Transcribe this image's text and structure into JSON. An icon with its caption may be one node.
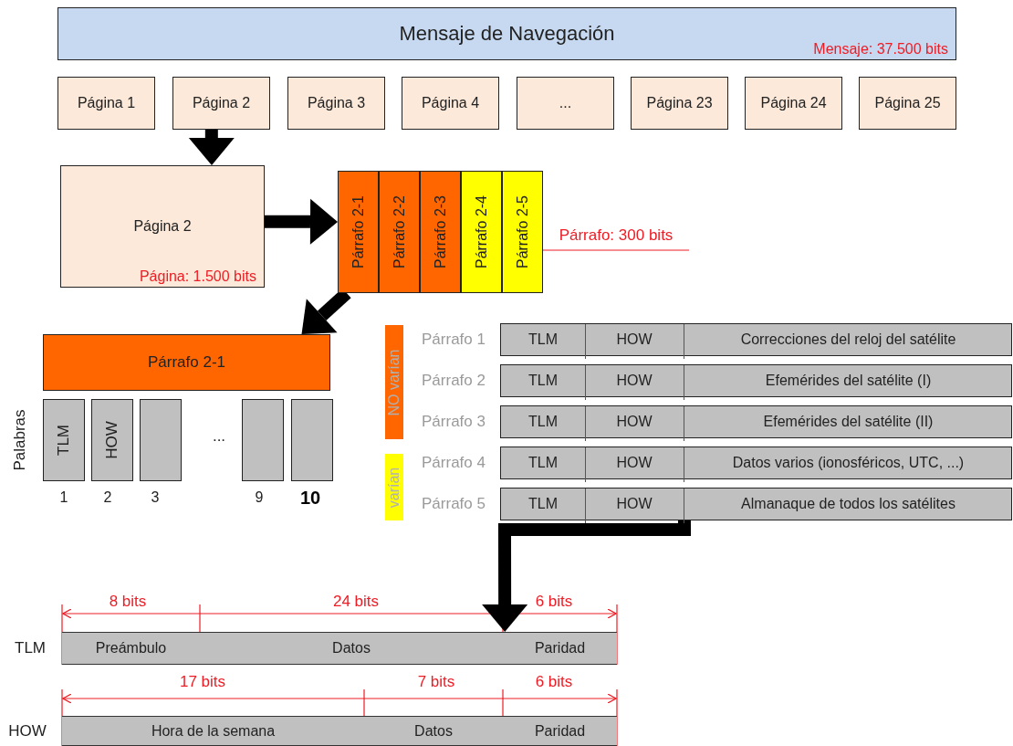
{
  "diagram": {
    "nodes": [
      {
        "text": [
          "Mensaje de Navegación",
          "Mensaje: 37.500 bits"
        ]
      },
      {
        "text": [
          "Página 1"
        ]
      },
      {
        "text": [
          "Página 2"
        ]
      },
      {
        "text": [
          "Página 3"
        ]
      },
      {
        "text": [
          "Página 4"
        ]
      },
      {
        "text": [
          "..."
        ]
      },
      {
        "text": [
          "Página 23"
        ]
      },
      {
        "text": [
          "Página 24"
        ]
      },
      {
        "text": [
          "Página 25"
        ]
      },
      {
        "text": [
          "Página 2",
          "Página: 1.500 bits"
        ]
      },
      {
        "text": [
          "Párrafo 2-1"
        ]
      },
      {
        "text": [
          "Párrafo 2-2"
        ]
      },
      {
        "text": [
          "Párrafo 2-3"
        ]
      },
      {
        "text": [
          "Párrafo 2-4"
        ]
      },
      {
        "text": [
          "Párrafo 2-5"
        ]
      },
      {
        "text": [
          "Párrafo 2-1"
        ]
      },
      {
        "text": [
          "TLM"
        ],
        "beside": [
          "1"
        ]
      },
      {
        "text": [
          "HOW"
        ],
        "beside": [
          "2"
        ]
      },
      {
        "text": [],
        "shape": "box",
        "beside": [
          "3"
        ]
      },
      {
        "text": [],
        "shape": "box",
        "beside": [
          "9"
        ]
      },
      {
        "text": [],
        "shape": "box",
        "beside": [
          "10"
        ]
      },
      {
        "text": [
          "NO varían"
        ]
      },
      {
        "text": [
          "varían"
        ]
      },
      {
        "text": [
          "TLM",
          "HOW",
          "Correcciones del reloj del satélite"
        ],
        "beside": [
          "Párrafo 1"
        ]
      },
      {
        "text": [
          "TLM",
          "HOW",
          "Efemérides del satélite (I)"
        ],
        "beside": [
          "Párrafo 2"
        ]
      },
      {
        "text": [
          "TLM",
          "HOW",
          "Efemérides del satélite (II)"
        ],
        "beside": [
          "Párrafo 3"
        ]
      },
      {
        "text": [
          "TLM",
          "HOW",
          "Datos varios (ionosféricos, UTC, ...)"
        ],
        "beside": [
          "Párrafo 4"
        ]
      },
      {
        "text": [
          "TLM",
          "HOW",
          "Almanaque de todos los satélites"
        ],
        "beside": [
          "Párrafo 5"
        ]
      },
      {
        "text": [
          "Preámbulo",
          "Datos",
          "Paridad"
        ],
        "beside": [
          "TLM"
        ]
      },
      {
        "text": [
          "Hora de la semana",
          "Datos",
          "Paridad"
        ],
        "beside": [
          "HOW"
        ]
      }
    ],
    "edges": [
      {
        "from": 2,
        "to": 9,
        "arrow": "to"
      },
      {
        "from": 9,
        "to": 10,
        "arrow": "to"
      },
      {
        "from": 10,
        "to": 15,
        "arrow": "to"
      },
      {
        "from": 27,
        "to": 28,
        "arrow": "to"
      }
    ],
    "labels": [
      "Párrafo: 300 bits",
      "...",
      "Palabras",
      "8 bits",
      "24 bits",
      "6 bits",
      "17 bits",
      "7 bits",
      "6 bits"
    ]
  }
}
